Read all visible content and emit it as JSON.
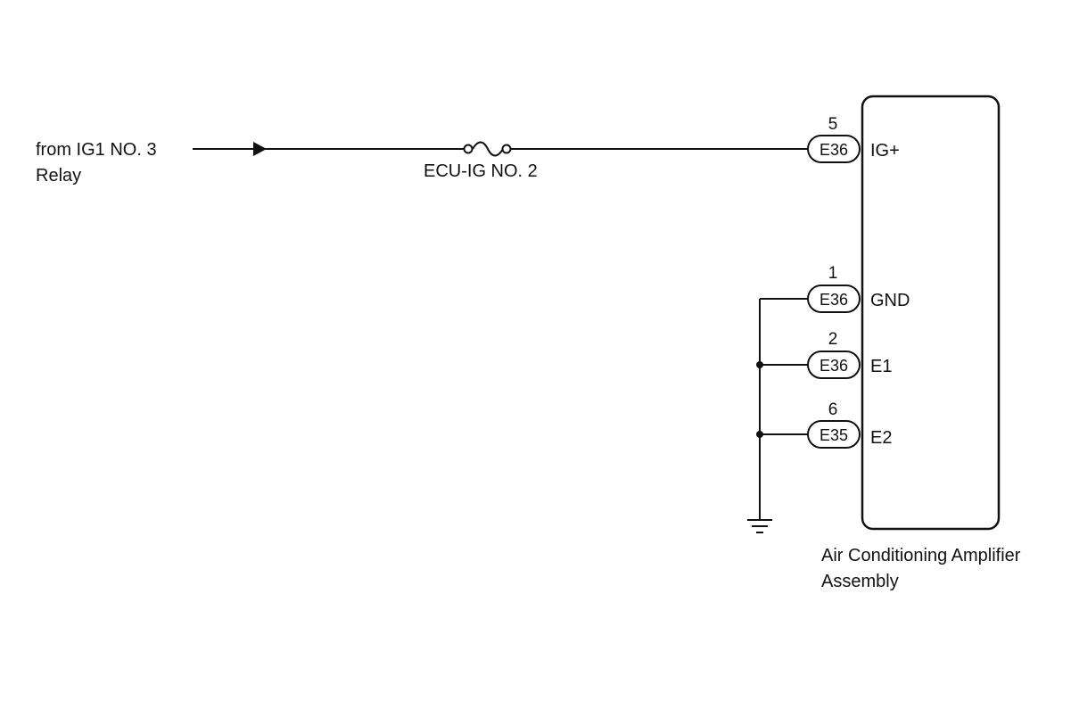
{
  "source": {
    "line1": "from IG1 NO. 3",
    "line2": "Relay"
  },
  "fuse": {
    "label": "ECU-IG NO. 2"
  },
  "component": {
    "line1": "Air Conditioning Amplifier",
    "line2": "Assembly"
  },
  "pins": [
    {
      "pin": "5",
      "connector": "E36",
      "terminal": "IG+"
    },
    {
      "pin": "1",
      "connector": "E36",
      "terminal": "GND"
    },
    {
      "pin": "2",
      "connector": "E36",
      "terminal": "E1"
    },
    {
      "pin": "6",
      "connector": "E35",
      "terminal": "E2"
    }
  ],
  "colors": {
    "line": "#111111",
    "background": "#ffffff"
  }
}
